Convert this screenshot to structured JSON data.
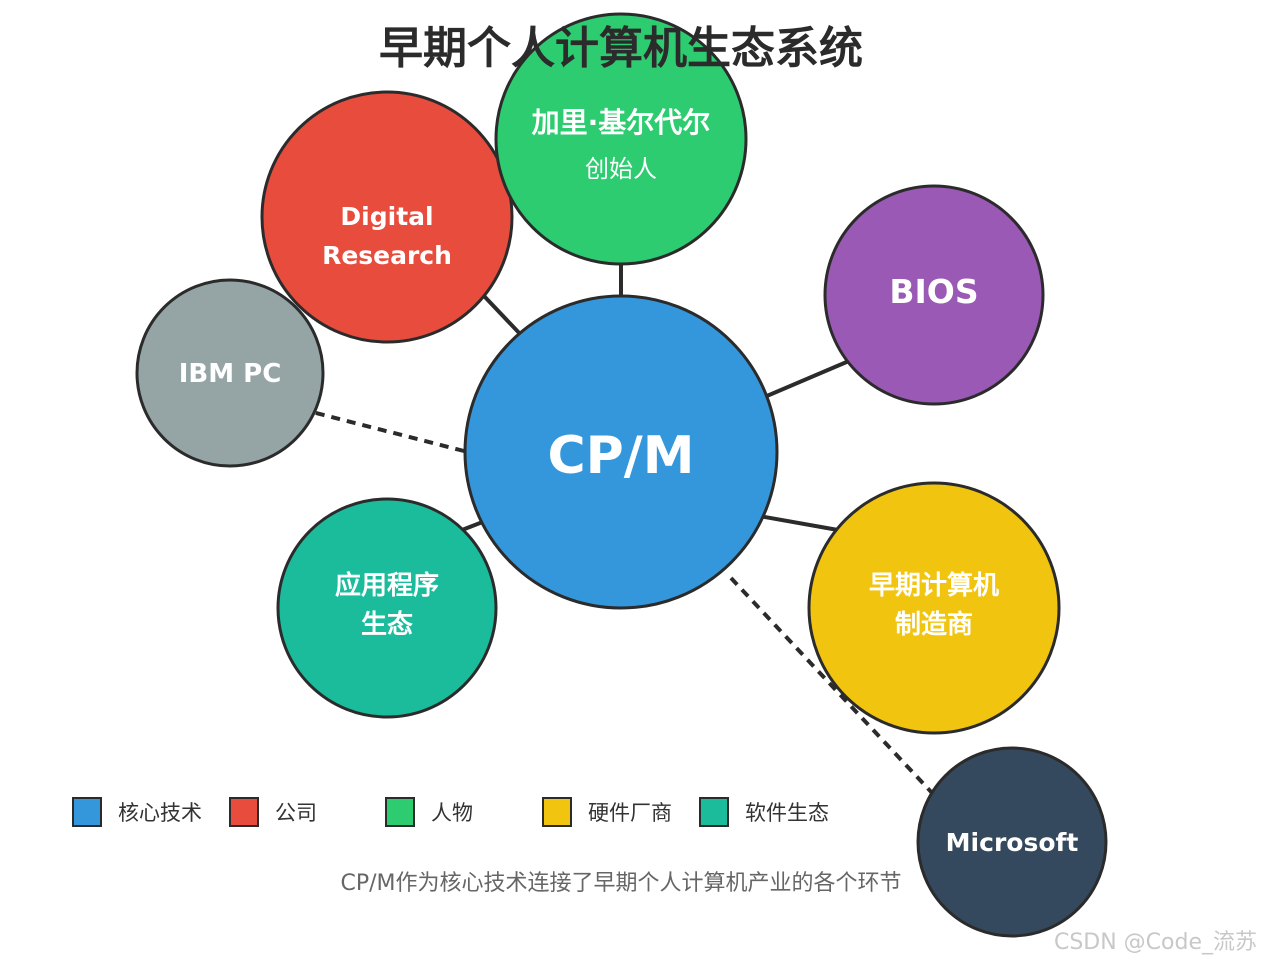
{
  "title": "早期个人计算机生态系统",
  "caption": "CP/M作为核心技术连接了早期个人计算机产业的各个环节",
  "watermark": "CSDN @Code_流苏",
  "colors": {
    "core": "#3597db",
    "company": "#e84c3d",
    "person": "#2dcc70",
    "hardware": "#f1c40f",
    "software": "#1abc9c",
    "bios": "#9b59b6",
    "ibm": "#95a5a6",
    "microsoft": "#34495e",
    "outline": "#2b2b2b"
  },
  "nodes": {
    "cpm": {
      "label": "CP/M",
      "color": "#3597db"
    },
    "kildall": {
      "label": "加里·基尔代尔",
      "sublabel": "创始人",
      "color": "#2dcc70"
    },
    "digital_research": {
      "line1": "Digital",
      "line2": "Research",
      "color": "#e84c3d"
    },
    "bios": {
      "label": "BIOS",
      "color": "#9b59b6"
    },
    "ibm_pc": {
      "label": "IBM PC",
      "color": "#95a5a6"
    },
    "apps": {
      "line1": "应用程序",
      "line2": "生态",
      "color": "#1abc9c"
    },
    "manufacturers": {
      "line1": "早期计算机",
      "line2": "制造商",
      "color": "#f1c40f"
    },
    "microsoft": {
      "label": "Microsoft",
      "color": "#34495e"
    }
  },
  "legend": [
    {
      "label": "核心技术",
      "color": "#3597db"
    },
    {
      "label": "公司",
      "color": "#e84c3d"
    },
    {
      "label": "人物",
      "color": "#2dcc70"
    },
    {
      "label": "硬件厂商",
      "color": "#f1c40f"
    },
    {
      "label": "软件生态",
      "color": "#1abc9c"
    }
  ]
}
